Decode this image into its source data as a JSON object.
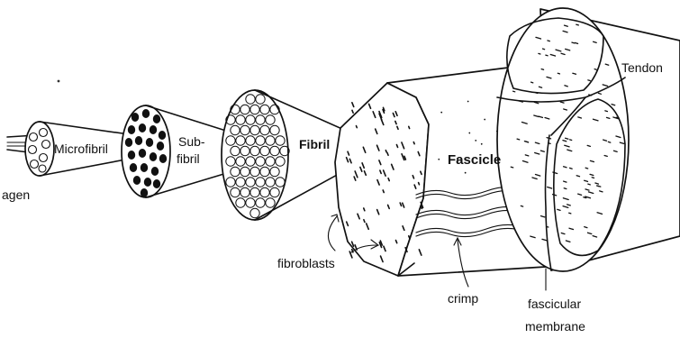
{
  "labels": {
    "collagen": "agen",
    "microfibril": "Microfibril",
    "subfibril_line1": "Sub-",
    "subfibril_line2": "fibril",
    "fibril": "Fibril",
    "fascicle": "Fascicle",
    "tendon": "Tendon",
    "fibroblasts": "fibroblasts",
    "crimp": "crimp",
    "fascicular_line1": "fascicular",
    "fascicular_line2": "membrane"
  }
}
